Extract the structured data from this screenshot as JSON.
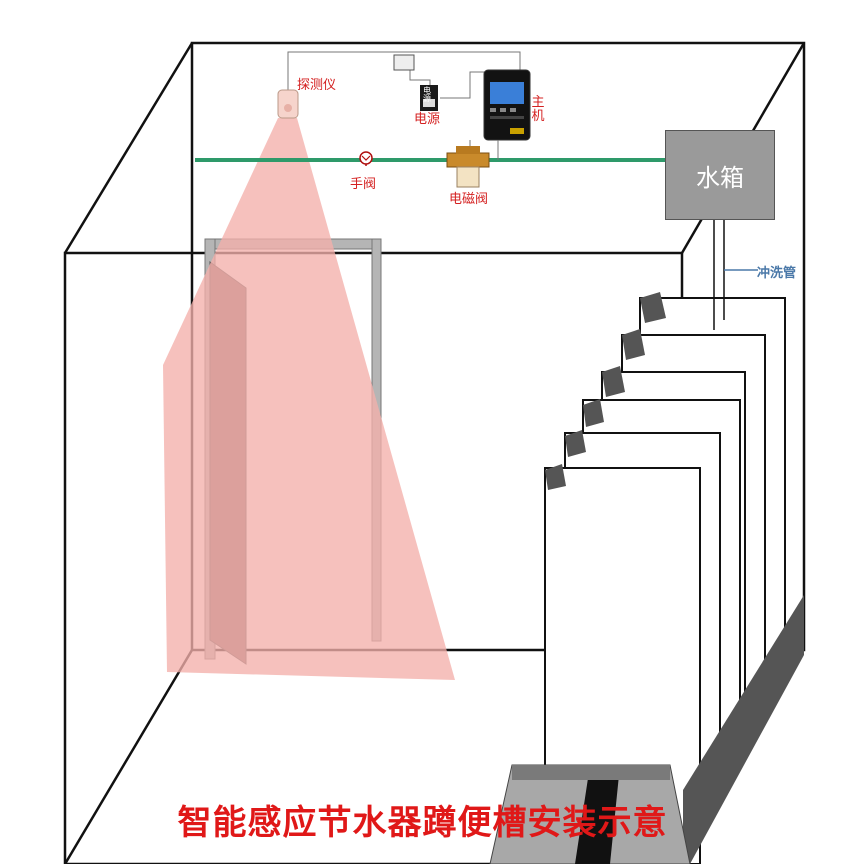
{
  "labels": {
    "detector": "探测仪",
    "power_supply": "电源",
    "power_supply_device": "电源",
    "host": "主机",
    "manual_valve": "手阀",
    "solenoid_valve": "电磁阀",
    "water_tank": "水箱",
    "flush_pipe": "冲洗管"
  },
  "title": "智能感应节水器蹲便槽安装示意",
  "colors": {
    "title": "#e01818",
    "labels": "#d42020",
    "pipe": "#2e9a6a",
    "sensor_beam": "#f4b0aa",
    "tank": "#9a9a9a",
    "flush_label": "#4a78a8"
  }
}
